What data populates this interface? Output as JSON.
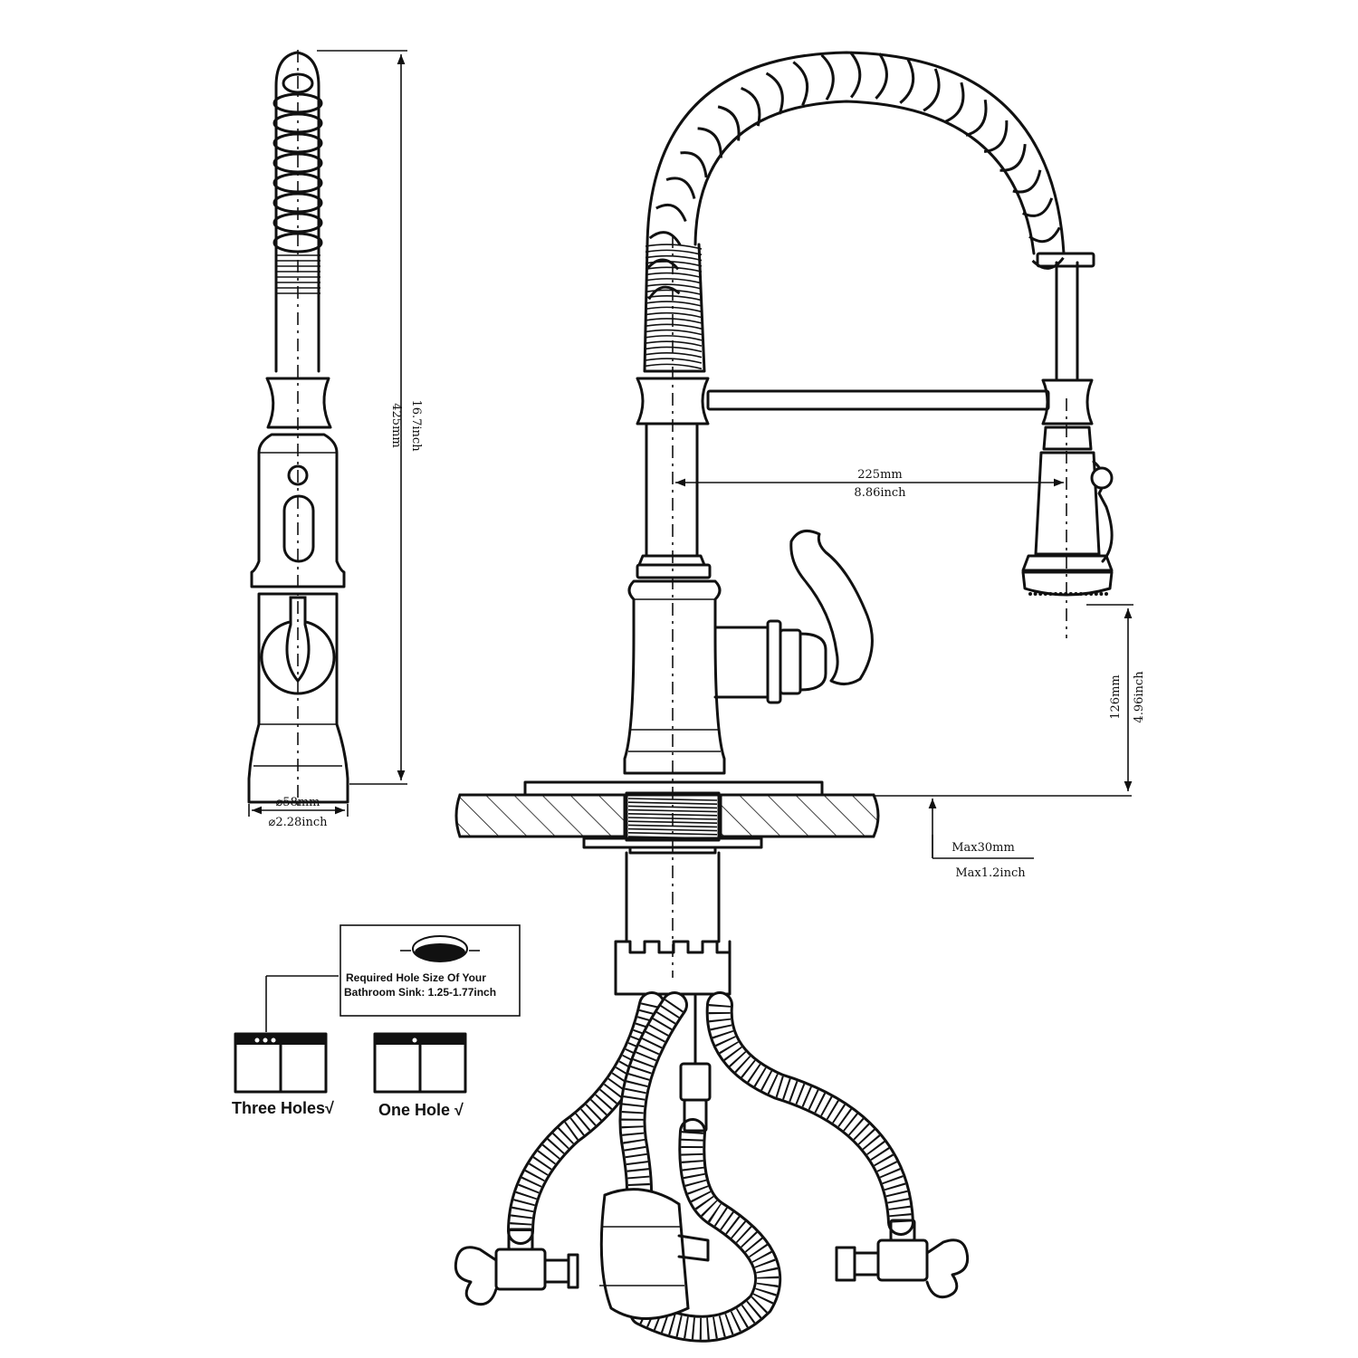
{
  "dimensions": {
    "height_mm": "425mm",
    "height_inch": "16.7inch",
    "base_diameter_mm": "⌀58mm",
    "base_diameter_inch": "⌀2.28inch",
    "reach_mm": "225mm",
    "reach_inch": "8.86inch",
    "spout_height_mm": "126mm",
    "spout_height_inch": "4.96inch",
    "deck_thickness_mm": "Max30mm",
    "deck_thickness_inch": "Max1.2inch"
  },
  "hole_note": {
    "line1": "Required Hole Size Of Your",
    "line2": "Bathroom Sink: 1.25-1.77inch"
  },
  "install_options": [
    {
      "label": "Three Holes√",
      "holes": 3
    },
    {
      "label": "One Hole √",
      "holes": 1
    }
  ]
}
